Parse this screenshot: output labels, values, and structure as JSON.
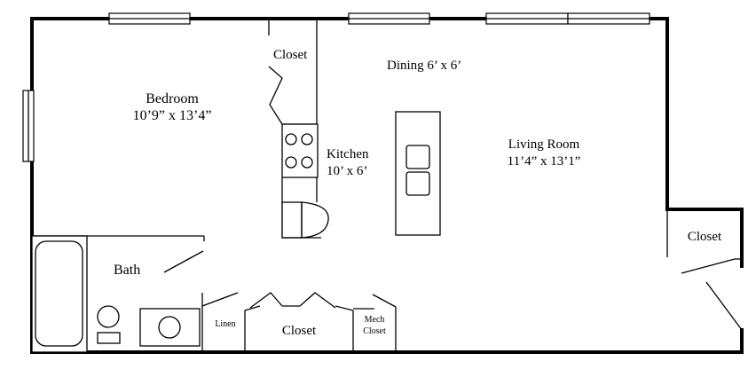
{
  "rooms": {
    "closet_top": "Closet",
    "dining": "Dining 6’ x 6’",
    "bedroom_name": "Bedroom",
    "bedroom_size": "10’9” x 13’4”",
    "kitchen_name": "Kitchen",
    "kitchen_size": "10’ x 6’",
    "living_name": "Living Room",
    "living_size": "11’4” x 13’1”",
    "closet_right": "Closet",
    "bath": "Bath",
    "linen": "Linen",
    "closet_bottom": "Closet",
    "mech_line1": "Mech",
    "mech_line2": "Closet"
  }
}
